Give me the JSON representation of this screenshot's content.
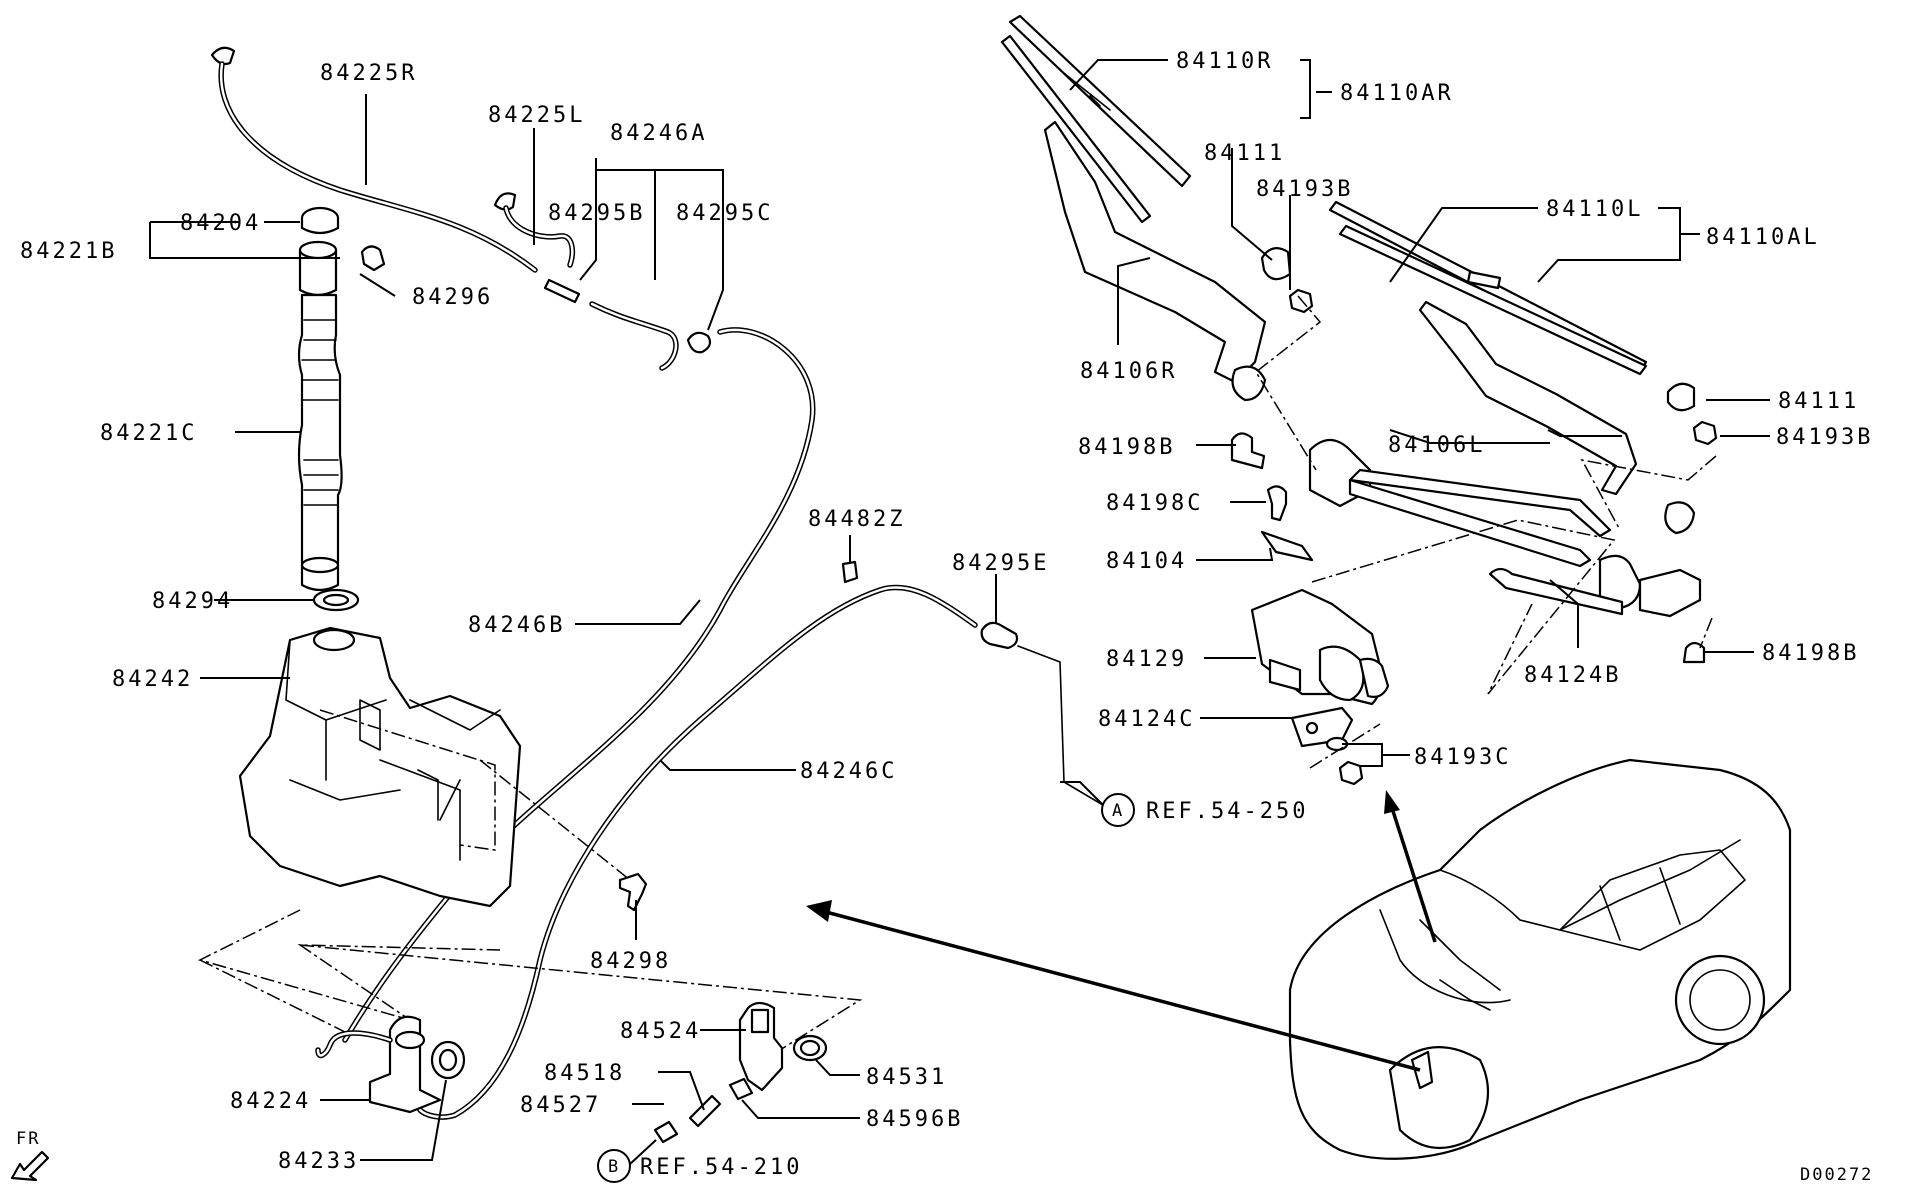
{
  "labels": {
    "l84225R": "84225R",
    "l84225L": "84225L",
    "l84246A": "84246A",
    "l84295B": "84295B",
    "l84295C": "84295C",
    "l84204": "84204",
    "l84221B": "84221B",
    "l84296": "84296",
    "l84221C": "84221C",
    "l84294": "84294",
    "l84242": "84242",
    "l84246B": "84246B",
    "l84482Z": "84482Z",
    "l84295E": "84295E",
    "l84246C": "84246C",
    "l84298": "84298",
    "l84524": "84524",
    "l84518": "84518",
    "l84527": "84527",
    "l84531": "84531",
    "l84596B": "84596B",
    "l84224": "84224",
    "l84233": "84233",
    "l84110R": "84110R",
    "l84110AR": "84110AR",
    "l84111a": "84111",
    "l84193Ba": "84193B",
    "l84110L": "84110L",
    "l84110AL": "84110AL",
    "l84106R": "84106R",
    "l84111b": "84111",
    "l84193Bb": "84193B",
    "l84198Ba": "84198B",
    "l84106L": "84106L",
    "l84198C": "84198C",
    "l84104": "84104",
    "l84129": "84129",
    "l84124B": "84124B",
    "l84198Bb": "84198B",
    "l84124C": "84124C",
    "l84193C": "84193C"
  },
  "refs": {
    "a_letter": "A",
    "a_text": "REF.54-250",
    "b_letter": "B",
    "b_text": "REF.54-210"
  },
  "fr": "FR",
  "code": "D00272"
}
